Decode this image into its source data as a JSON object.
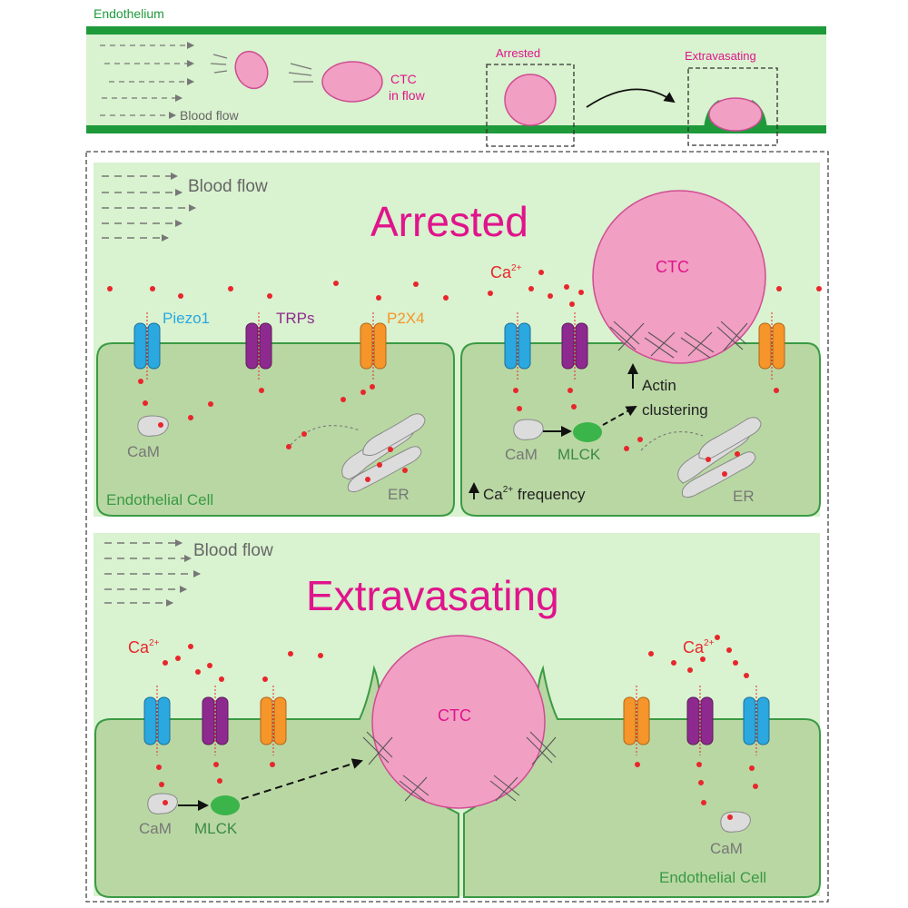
{
  "overview": {
    "endothelium_label": "Endothelium",
    "cell_in_flow_label": [
      "CTC",
      "in flow"
    ],
    "blood_flow_label": "Blood flow",
    "arrested_label": "Arrested",
    "extravasating_label": "Extravasating"
  },
  "arrested_panel": {
    "title": "Arrested",
    "blood_flow_label": "Blood flow",
    "calcium_label": "Ca",
    "calcium_charge": "2+",
    "piezo_label": "Piezo1",
    "trp_label": "TRPs",
    "p2x4_label": "P2X4",
    "calmodulin_label": "CaM",
    "mlck_label": "MLCK",
    "er_label": "ER",
    "actin_label": [
      "Actin",
      "clustering"
    ],
    "frequency_prefix": "Ca",
    "frequency_suffix": " frequency",
    "cell_label": "Endothelial Cell",
    "ctc_label": "CTC"
  },
  "extravasating_panel": {
    "title": "Extravasating",
    "blood_flow_label": "Blood flow",
    "calcium_label": "Ca",
    "calcium_charge": "2+",
    "ctc_label": "CTC",
    "calmodulin_label": "CaM",
    "mlck_label": "MLCK",
    "cell_label": "Endothelial Cell"
  },
  "colors": {
    "vessel_fill": "#d9f2cf",
    "vessel_wall": "#1e9a3a",
    "cell_fill": "#b9d7a3",
    "cell_stroke": "#3a9a44",
    "ctc": "#f19fc3",
    "title": "#e0148c",
    "calcium": "#e8262c",
    "piezo": "#2aa8df",
    "trp": "#8e2a8f",
    "p2x4": "#f5952a",
    "mlck": "#3bb44a",
    "er": "#dcdcdc"
  }
}
